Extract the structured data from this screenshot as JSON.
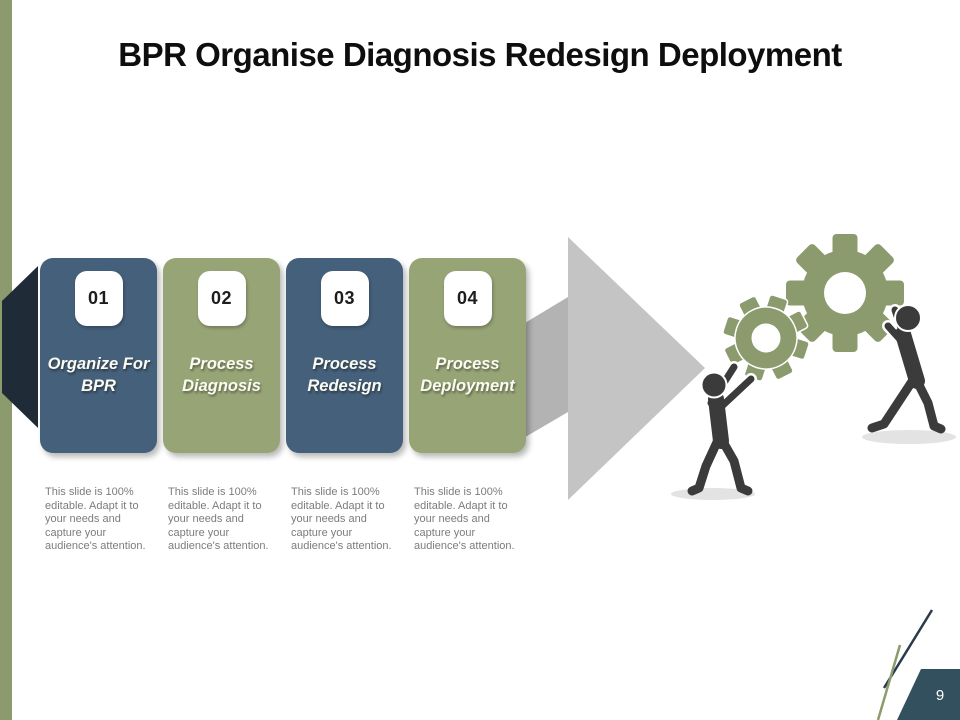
{
  "slide": {
    "title": "BPR Organise Diagnosis Redesign Deployment",
    "steps": [
      {
        "number": "01",
        "label": "Organize For BPR",
        "color": "#45607A",
        "note": "This slide is 100% editable. Adapt it to your needs and capture your audience's attention."
      },
      {
        "number": "02",
        "label": "Process Diagnosis",
        "color": "#97A476",
        "note": "This slide is 100% editable. Adapt it to your needs and capture your audience's attention."
      },
      {
        "number": "03",
        "label": "Process Redesign",
        "color": "#45607A",
        "note": "This slide is 100% editable. Adapt it to your needs and capture your audience's attention."
      },
      {
        "number": "04",
        "label": "Process Deployment",
        "color": "#97A476",
        "note": "This slide is 100% editable. Adapt it to your needs and capture your audience's attention."
      }
    ],
    "footer": {
      "page_number": "9"
    },
    "icons": [
      "gear-icon",
      "person-silhouette",
      "arrow-right-shape",
      "ribbon-chevron"
    ],
    "colors": {
      "olive_bar": "#8C9B6E",
      "olive_card": "#97A476",
      "slate_card": "#45607A",
      "navy_chevron": "#1F2B37",
      "arrow_head": "#C4C4C4",
      "arrow_shaft": "#B3B3B3",
      "gear_olive": "#8C9B6E",
      "figure_dark": "#3B3B3B",
      "footer_wedge": "#33505F",
      "footer_line_dark": "#2B3B4A",
      "shadow_gray": "#DCDCDC"
    }
  }
}
